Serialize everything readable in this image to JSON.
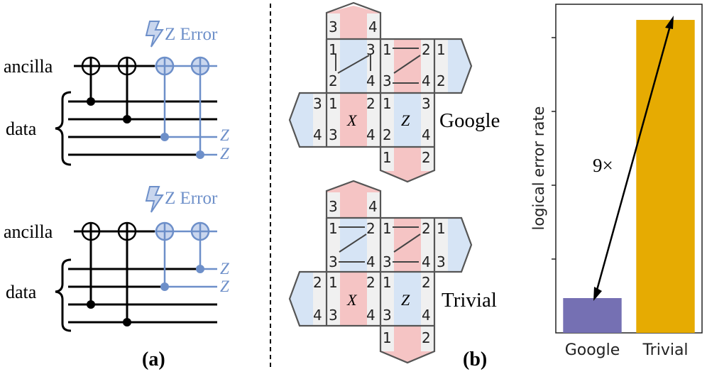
{
  "panel_a": {
    "label": "(a)",
    "top": {
      "ancilla": "ancilla",
      "data": "data",
      "error": "Z Error",
      "z1": "Z",
      "z2": "Z"
    },
    "bottom": {
      "ancilla": "ancilla",
      "data": "data",
      "error": "Z Error",
      "z1": "Z",
      "z2": "Z"
    }
  },
  "panel_b": {
    "label": "(b)",
    "google": {
      "name": "Google",
      "x_label": "X",
      "z_label": "Z",
      "top_tab": [
        "3",
        "4"
      ],
      "x_block": [
        "1",
        "2",
        "3",
        "4"
      ],
      "z_block": [
        "1",
        "3",
        "2",
        "4"
      ],
      "upper_left_block": [
        "1",
        "3",
        "2",
        "4"
      ],
      "upper_right_block": [
        "1",
        "2",
        "3",
        "4"
      ],
      "right_tab": [
        "1",
        "2"
      ],
      "left_tab": [
        "3",
        "4"
      ],
      "bottom_tab": [
        "1",
        "2"
      ]
    },
    "trivial": {
      "name": "Trivial",
      "x_label": "X",
      "z_label": "Z",
      "top_tab": [
        "3",
        "4"
      ],
      "x_block": [
        "1",
        "2",
        "3",
        "4"
      ],
      "z_block": [
        "1",
        "2",
        "3",
        "4"
      ],
      "upper_left_block": [
        "1",
        "2",
        "3",
        "4"
      ],
      "upper_right_block": [
        "1",
        "2",
        "4",
        "3"
      ],
      "right_tab": [
        "1",
        "3"
      ],
      "left_tab": [
        "2",
        "4"
      ],
      "bottom_tab": [
        "1",
        "2"
      ]
    }
  },
  "chart_data": {
    "type": "bar",
    "categories": [
      "Google",
      "Trivial"
    ],
    "values": [
      1,
      9
    ],
    "ylabel": "logical error rate",
    "annotation": "9×",
    "colors": [
      "#7570b3",
      "#e6ab02"
    ]
  },
  "colors": {
    "blue_wire": "#6d8fc9",
    "pink_cell": "#f5c4c4",
    "blue_cell": "#d6e4f5"
  }
}
